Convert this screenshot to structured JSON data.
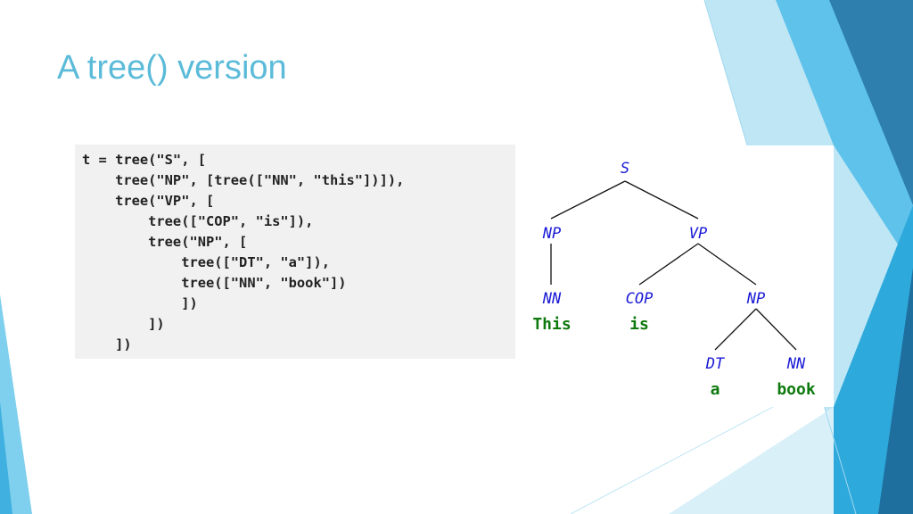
{
  "slide": {
    "title": "A tree() version"
  },
  "code": {
    "lines": [
      "t = tree(\"S\", [",
      "    tree(\"NP\", [tree([\"NN\", \"this\"])]),",
      "    tree(\"VP\", [",
      "        tree([\"COP\", \"is\"]),",
      "        tree(\"NP\", [",
      "            tree([\"DT\", \"a\"]),",
      "            tree([\"NN\", \"book\"])",
      "            ])",
      "        ])",
      "    ])"
    ]
  },
  "tree": {
    "nodes": {
      "s": "S",
      "np1": "NP",
      "vp": "VP",
      "nn1": "NN",
      "cop": "COP",
      "np2": "NP",
      "dt": "DT",
      "nn2": "NN"
    },
    "words": {
      "this": "This",
      "is": "is",
      "a": "a",
      "book": "book"
    },
    "colors": {
      "tag": "#1a1ad6",
      "word": "#0e7a0e",
      "title": "#5bbbd9"
    }
  }
}
